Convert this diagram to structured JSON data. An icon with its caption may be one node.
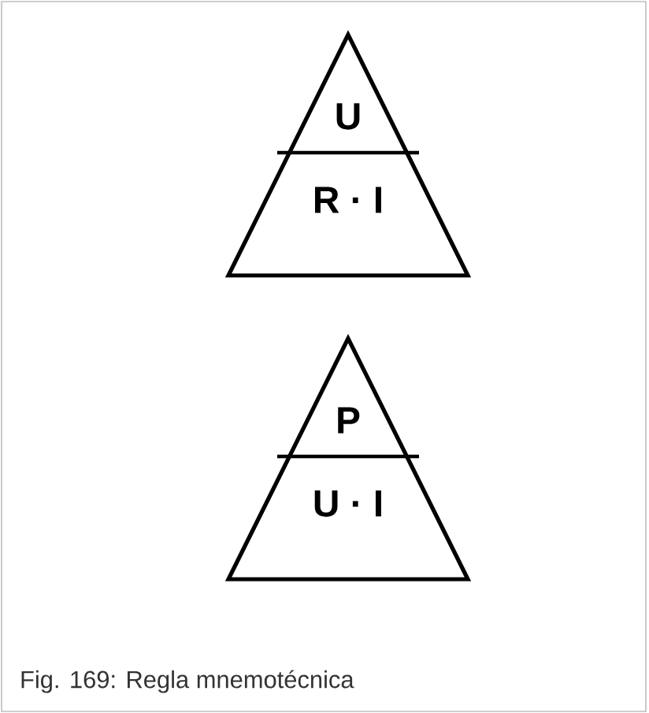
{
  "diagram": {
    "caption": "Fig. 169: Regla mnemotécnica",
    "nodes": [
      {
        "text": [
          "U",
          "R · I"
        ]
      },
      {
        "text": [
          "P",
          "U · I"
        ]
      }
    ]
  }
}
